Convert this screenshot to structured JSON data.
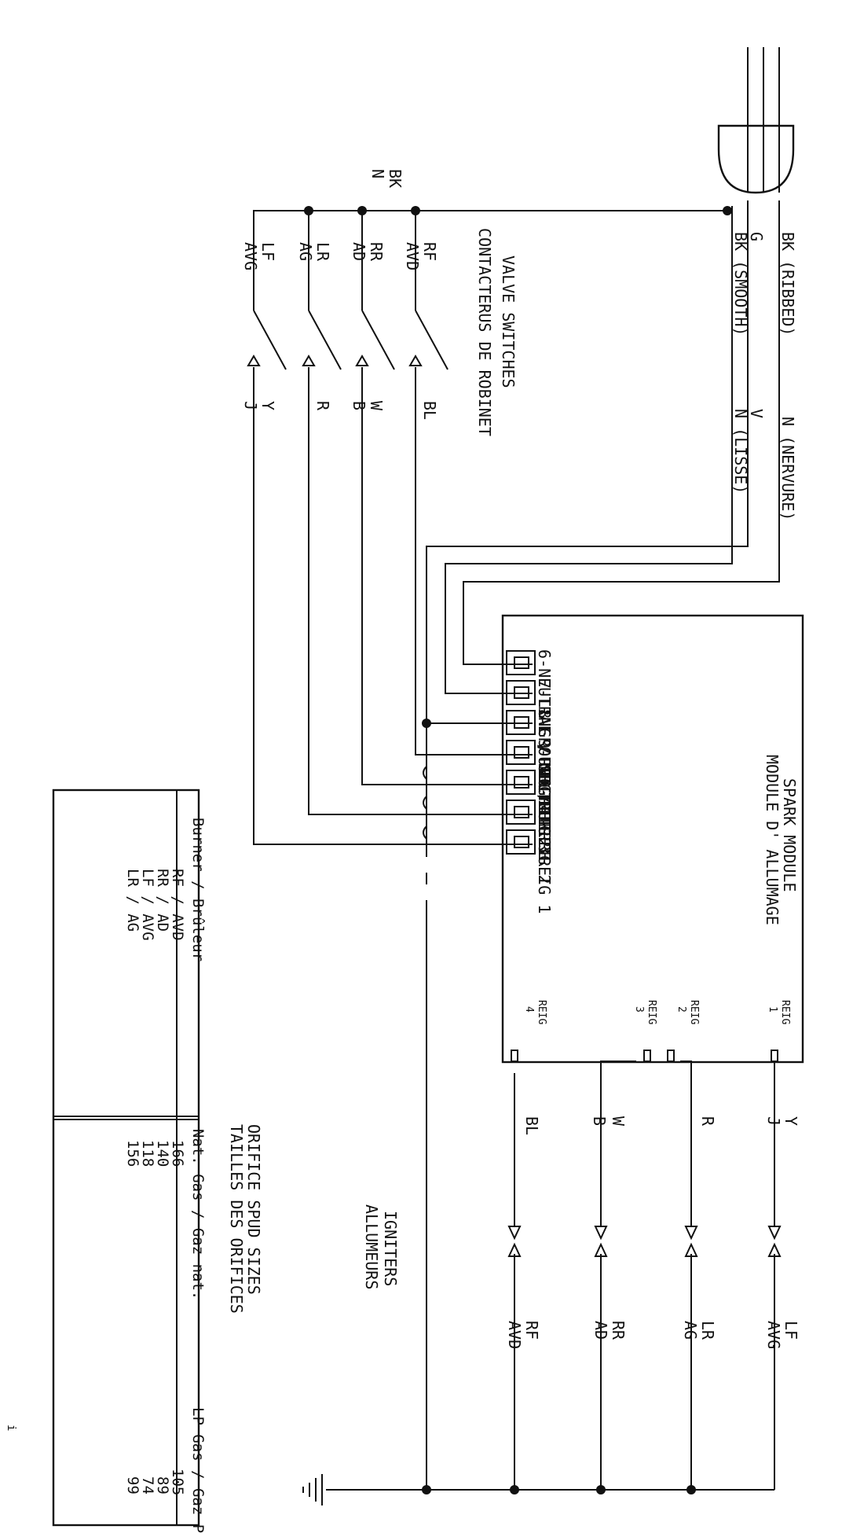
{
  "plug": {
    "wire_labels": [
      {
        "id": "ribbed",
        "en": "BK (RIBBED)",
        "fr": "N (NERVURE)"
      },
      {
        "id": "ground",
        "en": "G",
        "fr": "V"
      },
      {
        "id": "smooth",
        "en": "BK (SMOOTH)",
        "fr": "N (LISSE)"
      }
    ]
  },
  "valve_switches": {
    "title_en": "VALVE SWITCHES",
    "title_fr": "CONTACTERUS DE ROBINET",
    "supply_label_en": "BK",
    "supply_label_fr": "N",
    "switches": [
      {
        "id": "rf",
        "en": "RF",
        "fr": "AVD",
        "wire_en": "BL",
        "wire_fr": ""
      },
      {
        "id": "rr",
        "en": "RR",
        "fr": "AD",
        "wire_en": "W",
        "wire_fr": "B"
      },
      {
        "id": "lr",
        "en": "LR",
        "fr": "AG",
        "wire_en": "R",
        "wire_fr": ""
      },
      {
        "id": "lf",
        "en": "LF",
        "fr": "AVG",
        "wire_en": "Y",
        "wire_fr": "J"
      }
    ]
  },
  "spark_module": {
    "title_en": "SPARK MODULE",
    "title_fr": "MODULE D' ALLUMAGE",
    "terminals": [
      {
        "num": "6",
        "label": "-NEUTRAL / NEUTRE"
      },
      {
        "num": "7",
        "label": "-LINE / SECTEUR"
      },
      {
        "num": "8",
        "label": "-GROUND / TERRE"
      },
      {
        "num": "9",
        "label": "-REIG 4"
      },
      {
        "num": "10",
        "label": "-REIG 3"
      },
      {
        "num": "11",
        "label": "-REIG 2"
      },
      {
        "num": "12",
        "label": "-REIG 1"
      }
    ],
    "outputs": [
      {
        "id": "reig1",
        "name": "REIG",
        "num": "1",
        "wire_en": "Y",
        "wire_fr": "J"
      },
      {
        "id": "reig2",
        "name": "REIG",
        "num": "2",
        "wire_en": "R",
        "wire_fr": ""
      },
      {
        "id": "reig3",
        "name": "REIG",
        "num": "3",
        "wire_en": "W",
        "wire_fr": "B"
      },
      {
        "id": "reig4",
        "name": "REIG",
        "num": "4",
        "wire_en": "BL",
        "wire_fr": ""
      }
    ]
  },
  "igniters": {
    "title_en": "IGNITERS",
    "title_fr": "ALLUMEURS",
    "burners": [
      {
        "id": "lf",
        "en": "LF",
        "fr": "AVG"
      },
      {
        "id": "lr",
        "en": "LR",
        "fr": "AG"
      },
      {
        "id": "rr",
        "en": "RR",
        "fr": "AD"
      },
      {
        "id": "rf",
        "en": "RF",
        "fr": "AVD"
      }
    ]
  },
  "orifice_table": {
    "title_en": "ORIFICE SPUD SIZES",
    "title_fr": "TAILLES DES ORIFICES",
    "headers": [
      "Burner / Brûleur",
      "Nat. Gas / Gaz nat.",
      "LP Gas / Gaz PL"
    ],
    "rows": [
      {
        "burner": "RF / AVD",
        "nat": "166",
        "lp": "105"
      },
      {
        "burner": "RR / AD",
        "nat": "140",
        "lp": "89"
      },
      {
        "burner": "LF / AVG",
        "nat": "118",
        "lp": "74"
      },
      {
        "burner": "LR / AG",
        "nat": "156",
        "lp": "99"
      }
    ]
  },
  "stray_mark": "i"
}
